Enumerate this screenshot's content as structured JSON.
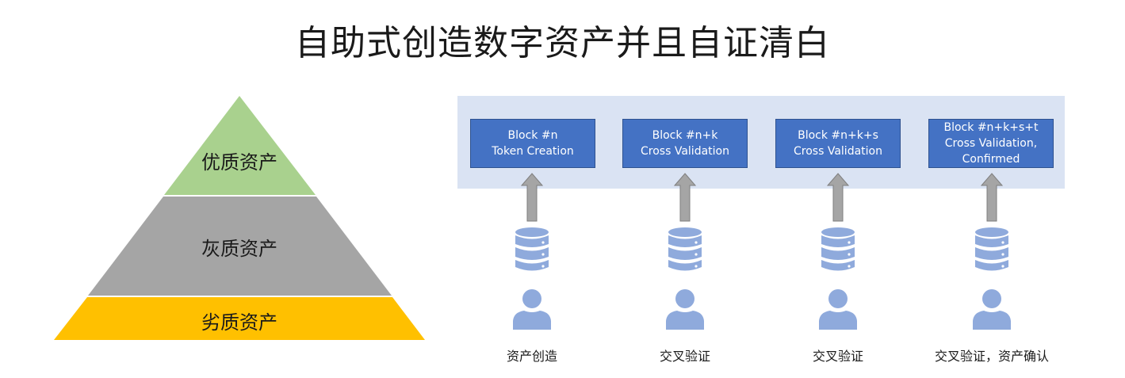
{
  "title": "自助式创造数字资产并且自证清白",
  "pyramid": {
    "tiers": [
      {
        "label": "优质资产",
        "color": "#a9d18e"
      },
      {
        "label": "灰质资产",
        "color": "#a5a5a5"
      },
      {
        "label": "劣质资产",
        "color": "#ffc000"
      }
    ]
  },
  "chain": {
    "band_color": "#dae3f3",
    "block_color": "#4472c4",
    "icon_color": "#8faadc",
    "arrow_color": "#a5a5a5",
    "blocks": [
      {
        "line1": "Block #n",
        "line2": "Token Creation",
        "line3": ""
      },
      {
        "line1": "Block #n+k",
        "line2": "Cross Validation",
        "line3": ""
      },
      {
        "line1": "Block #n+k+s",
        "line2": "Cross Validation",
        "line3": ""
      },
      {
        "line1": "Block #n+k+s+t",
        "line2": "Cross Validation,",
        "line3": "Confirmed"
      }
    ],
    "steps": [
      {
        "label": "资产创造",
        "icons": [
          "database-icon",
          "user-icon"
        ]
      },
      {
        "label": "交叉验证",
        "icons": [
          "database-icon",
          "user-icon"
        ]
      },
      {
        "label": "交叉验证",
        "icons": [
          "database-icon",
          "user-icon"
        ]
      },
      {
        "label": "交叉验证，资产确认",
        "icons": [
          "database-icon",
          "user-icon"
        ]
      }
    ]
  }
}
